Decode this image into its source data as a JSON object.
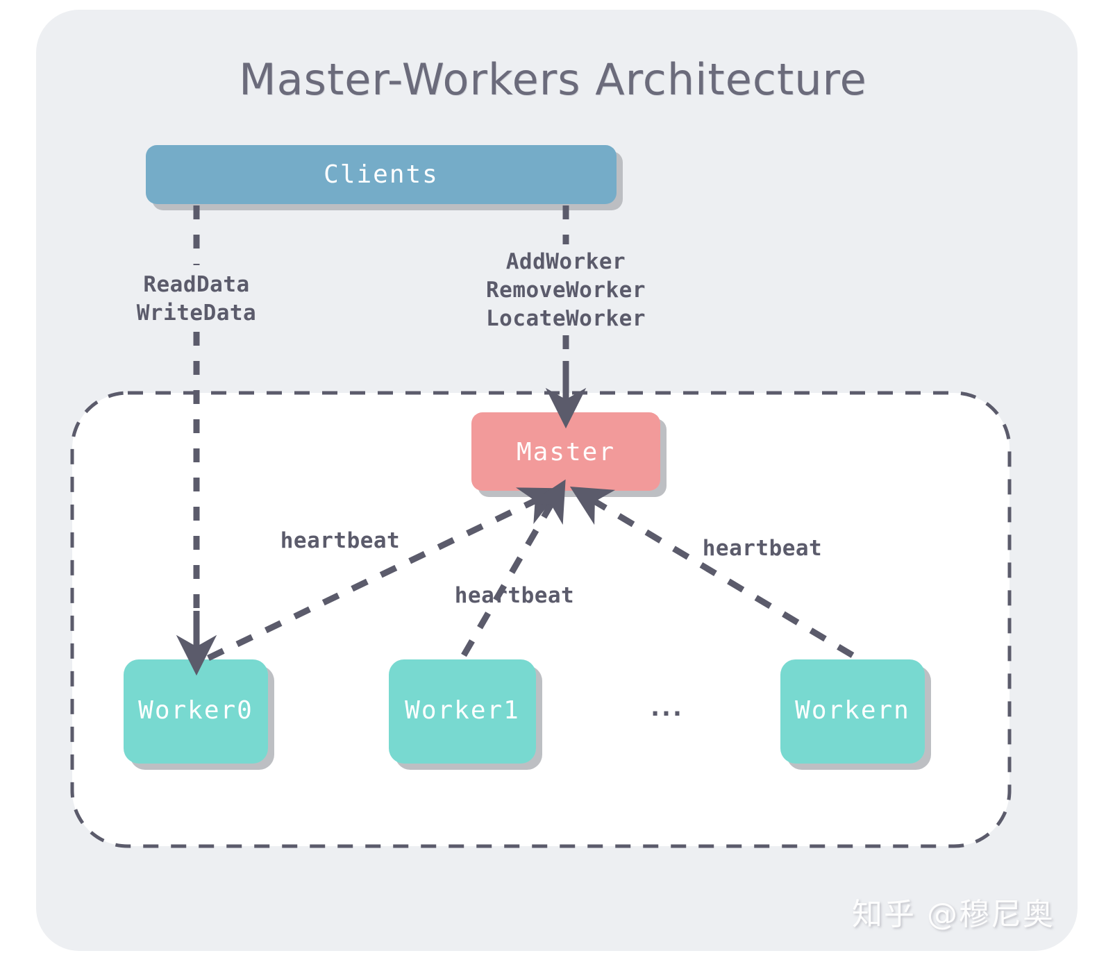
{
  "diagram": {
    "title": "Master-Workers Architecture",
    "background_color": "#edeff2",
    "line_color": "#5b5b6b"
  },
  "nodes": {
    "clients": {
      "label": "Clients",
      "color": "#74acc8"
    },
    "master": {
      "label": "Master",
      "color": "#f29a9a"
    },
    "worker0": {
      "label": "Worker0",
      "color": "#78d9d0"
    },
    "worker1": {
      "label": "Worker1",
      "color": "#78d9d0"
    },
    "workern": {
      "label": "Workern",
      "color": "#78d9d0"
    },
    "ellipsis": {
      "label": "..."
    }
  },
  "edges": {
    "client_data": {
      "line1": "ReadData",
      "line2": "WriteData"
    },
    "client_master": {
      "line1": "AddWorker",
      "line2": "RemoveWorker",
      "line3": "LocateWorker"
    },
    "heartbeat_left": {
      "label": "heartbeat"
    },
    "heartbeat_middle": {
      "label": "heartbeat"
    },
    "heartbeat_right": {
      "label": "heartbeat"
    }
  },
  "watermark": {
    "text": "知乎 @穆尼奥"
  }
}
